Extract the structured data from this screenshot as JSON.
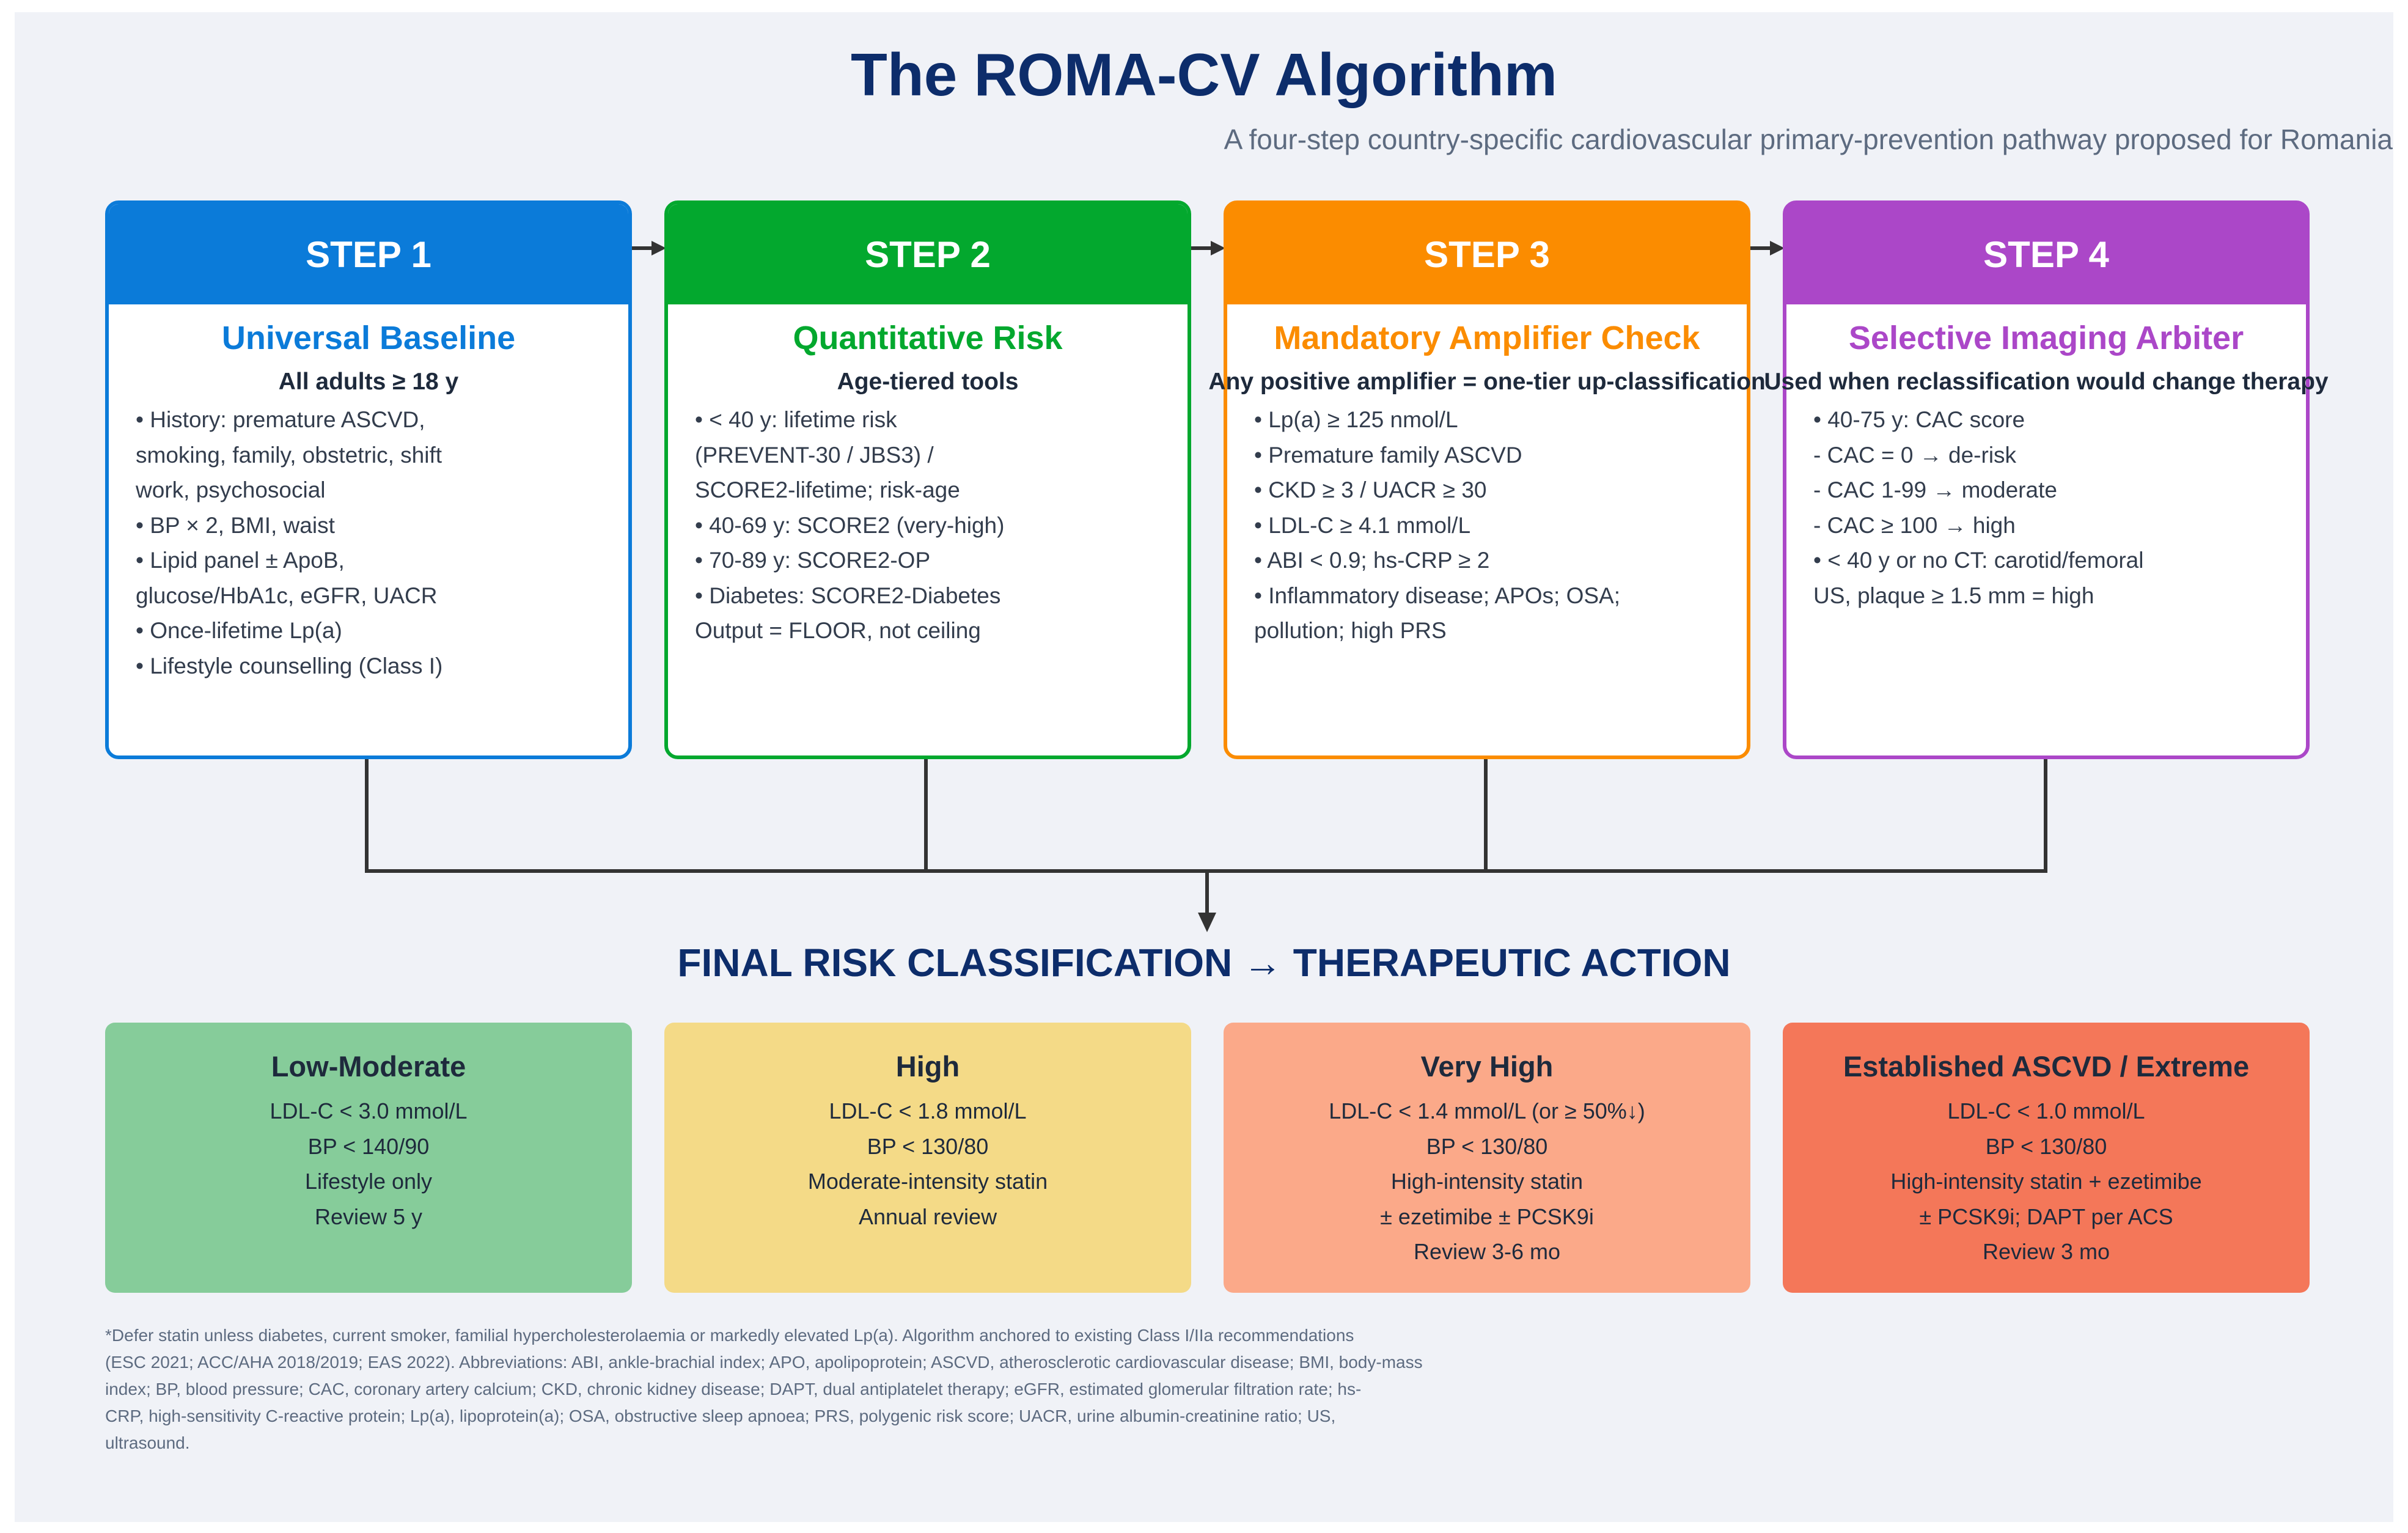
{
  "title": "The ROMA-CV Algorithm",
  "subtitle": "A four-step country-specific cardiovascular primary-prevention pathway proposed for Romania",
  "colors": {
    "step1": "#0b7bd9",
    "step2": "#03a82e",
    "step3": "#fb8c00",
    "step4": "#ab47c8",
    "low_moderate": "#86cc9a",
    "high": "#f4da87",
    "very_high": "#fba989",
    "extreme": "#f47759",
    "connector": "#333333"
  },
  "steps": [
    {
      "label": "STEP 1",
      "title": "Universal Baseline",
      "subtitle": "All adults ≥ 18 y",
      "lines": [
        "• History: premature ASCVD,",
        "smoking, family, obstetric, shift",
        "work, psychosocial",
        "• BP × 2, BMI, waist",
        "• Lipid panel ± ApoB,",
        "glucose/HbA1c, eGFR, UACR",
        "• Once-lifetime Lp(a)",
        "• Lifestyle counselling (Class I)"
      ]
    },
    {
      "label": "STEP 2",
      "title": "Quantitative Risk",
      "subtitle": "Age-tiered tools",
      "lines": [
        "• < 40 y: lifetime risk",
        "(PREVENT-30 / JBS3) /",
        "SCORE2-lifetime; risk-age",
        "• 40-69 y: SCORE2 (very-high)",
        "• 70-89 y: SCORE2-OP",
        "• Diabetes: SCORE2-Diabetes",
        "Output = FLOOR, not ceiling"
      ]
    },
    {
      "label": "STEP 3",
      "title": "Mandatory Amplifier Check",
      "subtitle": "Any positive amplifier = one-tier up-classification",
      "lines": [
        "• Lp(a) ≥ 125 nmol/L",
        "• Premature family ASCVD",
        "• CKD ≥ 3 / UACR ≥ 30",
        "• LDL-C ≥ 4.1 mmol/L",
        "• ABI < 0.9; hs-CRP ≥ 2",
        "• Inflammatory disease; APOs; OSA;",
        "pollution; high PRS"
      ]
    },
    {
      "label": "STEP 4",
      "title": "Selective Imaging Arbiter",
      "subtitle": "Used when reclassification would change therapy",
      "lines": [
        "• 40-75 y: CAC score",
        "- CAC = 0 → de-risk",
        "- CAC 1-99 → moderate",
        "- CAC ≥ 100 → high",
        "• < 40 y or no CT: carotid/femoral",
        "US, plaque ≥ 1.5 mm = high"
      ]
    }
  ],
  "final_title": "FINAL RISK CLASSIFICATION → THERAPEUTIC ACTION",
  "risk_classes": [
    {
      "title": "Low-Moderate",
      "lines": [
        "LDL-C < 3.0 mmol/L",
        "BP < 140/90",
        "Lifestyle only",
        "Review 5 y"
      ]
    },
    {
      "title": "High",
      "lines": [
        "LDL-C < 1.8 mmol/L",
        "BP < 130/80",
        "Moderate-intensity statin",
        "Annual review"
      ]
    },
    {
      "title": "Very High",
      "lines": [
        "LDL-C < 1.4 mmol/L (or ≥ 50%↓)",
        "BP < 130/80",
        "High-intensity statin",
        "± ezetimibe ± PCSK9i",
        "Review 3-6 mo"
      ]
    },
    {
      "title": "Established ASCVD / Extreme",
      "lines": [
        "LDL-C < 1.0 mmol/L",
        "BP < 130/80",
        "High-intensity statin + ezetimibe",
        "± PCSK9i; DAPT per ACS",
        "Review 3 mo"
      ]
    }
  ],
  "footnote": [
    "*Defer statin unless diabetes, current smoker, familial hypercholesterolaemia or markedly elevated Lp(a). Algorithm anchored to existing Class I/IIa recommendations",
    "(ESC 2021; ACC/AHA 2018/2019; EAS 2022). Abbreviations: ABI, ankle-brachial index; APO, apolipoprotein; ASCVD, atherosclerotic cardiovascular disease; BMI, body-mass",
    "index; BP, blood pressure; CAC, coronary artery calcium; CKD, chronic kidney disease; DAPT, dual antiplatelet therapy; eGFR, estimated glomerular filtration rate; hs-",
    "CRP, high-sensitivity C-reactive protein; Lp(a), lipoprotein(a); OSA, obstructive sleep apnoea; PRS, polygenic risk score; UACR, urine albumin-creatinine ratio; US,",
    "ultrasound."
  ]
}
